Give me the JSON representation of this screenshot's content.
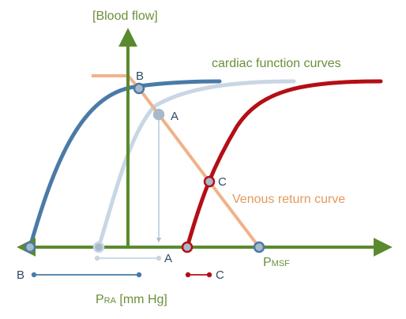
{
  "labels": {
    "y_axis": "[Blood flow]",
    "cardiac": "cardiac function curves",
    "venous": "Venous return curve",
    "point_a": "A",
    "point_b": "B",
    "point_c": "C",
    "pmsf_main": "P",
    "pmsf_sub": "MSF",
    "pra_main": "P",
    "pra_sub": "RA",
    "pra_unit": " [mm Hg]",
    "range_a": "A",
    "range_b": "B",
    "range_c": "C"
  },
  "colors": {
    "axis": "#5a8a2e",
    "curve_b": "#4a7aa7",
    "curve_a": "#c9d6e4",
    "curve_c": "#b40f16",
    "venous": "#f0b28a",
    "label_green": "#6a8f3a",
    "label_orange": "#e39a5e",
    "label_point": "#2f4a66",
    "marker_fill": "#a8b9cc",
    "guide_line": "#a8c0d8"
  }
}
